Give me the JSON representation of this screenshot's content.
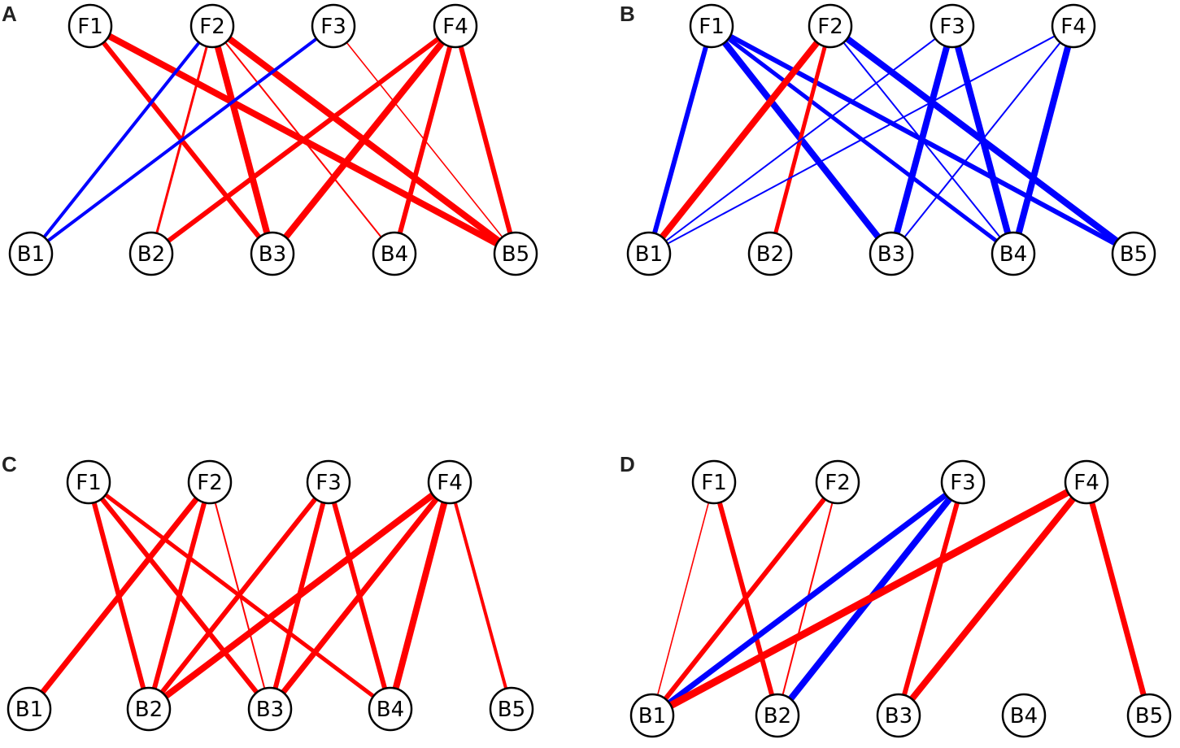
{
  "colors": {
    "positive": "#ff0000",
    "negative": "#0000ff",
    "node_fill": "#ffffff",
    "node_stroke": "#000000"
  },
  "panels": [
    {
      "id": "A",
      "label": "A",
      "top_nodes": [
        "F1",
        "F2",
        "F3",
        "F4"
      ],
      "bottom_nodes": [
        "B1",
        "B2",
        "B3",
        "B4",
        "B5"
      ],
      "edges": [
        {
          "from": "F1",
          "to": "B3",
          "sign": "positive",
          "weight": 3
        },
        {
          "from": "F1",
          "to": "B5",
          "sign": "positive",
          "weight": 4
        },
        {
          "from": "F2",
          "to": "B1",
          "sign": "negative",
          "weight": 2
        },
        {
          "from": "F2",
          "to": "B2",
          "sign": "positive",
          "weight": 1.5
        },
        {
          "from": "F2",
          "to": "B3",
          "sign": "positive",
          "weight": 4
        },
        {
          "from": "F2",
          "to": "B4",
          "sign": "positive",
          "weight": 1
        },
        {
          "from": "F2",
          "to": "B5",
          "sign": "positive",
          "weight": 4
        },
        {
          "from": "F3",
          "to": "B1",
          "sign": "negative",
          "weight": 2
        },
        {
          "from": "F3",
          "to": "B5",
          "sign": "positive",
          "weight": 0.8
        },
        {
          "from": "F4",
          "to": "B2",
          "sign": "positive",
          "weight": 3
        },
        {
          "from": "F4",
          "to": "B3",
          "sign": "positive",
          "weight": 4
        },
        {
          "from": "F4",
          "to": "B4",
          "sign": "positive",
          "weight": 3
        },
        {
          "from": "F4",
          "to": "B5",
          "sign": "positive",
          "weight": 3
        }
      ]
    },
    {
      "id": "B",
      "label": "B",
      "top_nodes": [
        "F1",
        "F2",
        "F3",
        "F4"
      ],
      "bottom_nodes": [
        "B1",
        "B2",
        "B3",
        "B4",
        "B5"
      ],
      "edges": [
        {
          "from": "F1",
          "to": "B1",
          "sign": "negative",
          "weight": 3
        },
        {
          "from": "F1",
          "to": "B3",
          "sign": "negative",
          "weight": 4
        },
        {
          "from": "F1",
          "to": "B4",
          "sign": "negative",
          "weight": 2.5
        },
        {
          "from": "F1",
          "to": "B5",
          "sign": "negative",
          "weight": 3
        },
        {
          "from": "F2",
          "to": "B1",
          "sign": "positive",
          "weight": 4
        },
        {
          "from": "F2",
          "to": "B2",
          "sign": "positive",
          "weight": 2.5
        },
        {
          "from": "F2",
          "to": "B4",
          "sign": "negative",
          "weight": 1
        },
        {
          "from": "F2",
          "to": "B5",
          "sign": "negative",
          "weight": 4
        },
        {
          "from": "F3",
          "to": "B1",
          "sign": "negative",
          "weight": 1
        },
        {
          "from": "F3",
          "to": "B3",
          "sign": "negative",
          "weight": 4
        },
        {
          "from": "F3",
          "to": "B4",
          "sign": "negative",
          "weight": 4
        },
        {
          "from": "F4",
          "to": "B1",
          "sign": "negative",
          "weight": 1
        },
        {
          "from": "F4",
          "to": "B3",
          "sign": "negative",
          "weight": 1
        },
        {
          "from": "F4",
          "to": "B4",
          "sign": "negative",
          "weight": 4
        }
      ]
    },
    {
      "id": "C",
      "label": "C",
      "top_nodes": [
        "F1",
        "F2",
        "F3",
        "F4"
      ],
      "bottom_nodes": [
        "B1",
        "B2",
        "B3",
        "B4",
        "B5"
      ],
      "edges": [
        {
          "from": "F1",
          "to": "B2",
          "sign": "positive",
          "weight": 3
        },
        {
          "from": "F1",
          "to": "B3",
          "sign": "positive",
          "weight": 3
        },
        {
          "from": "F1",
          "to": "B4",
          "sign": "positive",
          "weight": 2.5
        },
        {
          "from": "F2",
          "to": "B1",
          "sign": "positive",
          "weight": 3.5
        },
        {
          "from": "F2",
          "to": "B2",
          "sign": "positive",
          "weight": 3
        },
        {
          "from": "F2",
          "to": "B3",
          "sign": "positive",
          "weight": 1
        },
        {
          "from": "F3",
          "to": "B2",
          "sign": "positive",
          "weight": 3
        },
        {
          "from": "F3",
          "to": "B3",
          "sign": "positive",
          "weight": 3
        },
        {
          "from": "F3",
          "to": "B4",
          "sign": "positive",
          "weight": 3
        },
        {
          "from": "F4",
          "to": "B2",
          "sign": "positive",
          "weight": 4
        },
        {
          "from": "F4",
          "to": "B3",
          "sign": "positive",
          "weight": 3.5
        },
        {
          "from": "F4",
          "to": "B4",
          "sign": "positive",
          "weight": 4
        },
        {
          "from": "F4",
          "to": "B5",
          "sign": "positive",
          "weight": 2
        }
      ]
    },
    {
      "id": "D",
      "label": "D",
      "top_nodes": [
        "F1",
        "F2",
        "F3",
        "F4"
      ],
      "bottom_nodes": [
        "B1",
        "B2",
        "B3",
        "B4",
        "B5"
      ],
      "edges": [
        {
          "from": "F1",
          "to": "B1",
          "sign": "positive",
          "weight": 0.8
        },
        {
          "from": "F1",
          "to": "B2",
          "sign": "positive",
          "weight": 3
        },
        {
          "from": "F2",
          "to": "B1",
          "sign": "positive",
          "weight": 3
        },
        {
          "from": "F2",
          "to": "B2",
          "sign": "positive",
          "weight": 1
        },
        {
          "from": "F3",
          "to": "B1",
          "sign": "negative",
          "weight": 3.5
        },
        {
          "from": "F3",
          "to": "B2",
          "sign": "negative",
          "weight": 4
        },
        {
          "from": "F3",
          "to": "B3",
          "sign": "positive",
          "weight": 3
        },
        {
          "from": "F4",
          "to": "B1",
          "sign": "positive",
          "weight": 4.5
        },
        {
          "from": "F4",
          "to": "B3",
          "sign": "positive",
          "weight": 4
        },
        {
          "from": "F4",
          "to": "B5",
          "sign": "positive",
          "weight": 3.5
        }
      ]
    }
  ]
}
